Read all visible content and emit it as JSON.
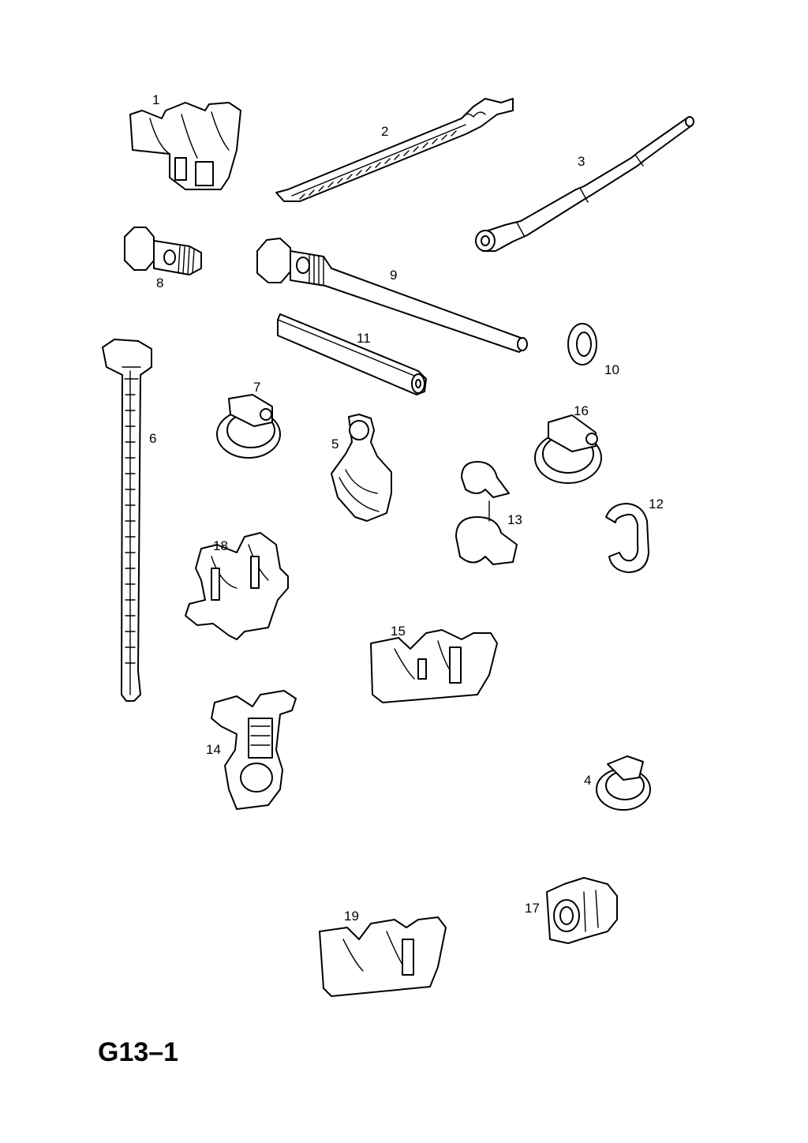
{
  "sheet_code": "G13–1",
  "callouts": {
    "c1": "1",
    "c2": "2",
    "c3": "3",
    "c4": "4",
    "c5": "5",
    "c6": "6",
    "c7": "7",
    "c8": "8",
    "c9": "9",
    "c10": "10",
    "c11": "11",
    "c12": "12",
    "c13": "13",
    "c14": "14",
    "c15": "15",
    "c16": "16",
    "c17": "17",
    "c18": "18",
    "c19": "19"
  }
}
